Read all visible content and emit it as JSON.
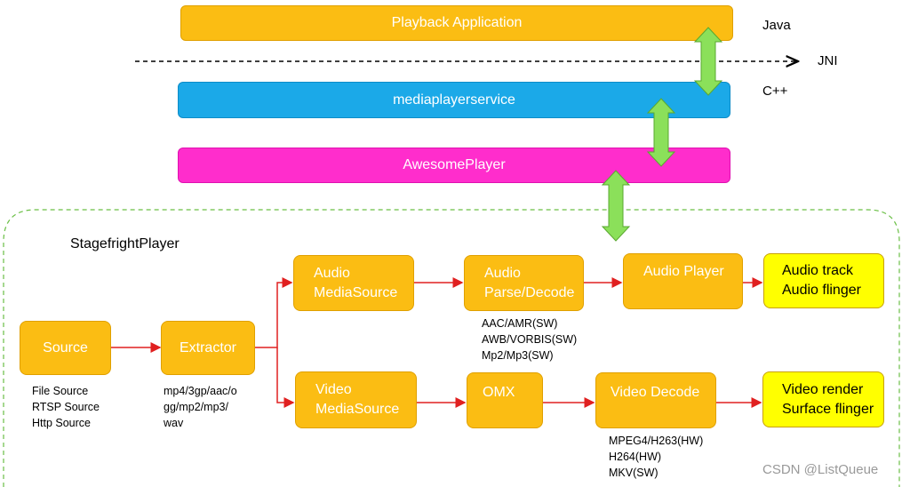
{
  "layers": {
    "app": "Playback Application",
    "service": "mediaplayerservice",
    "player": "AwesomePlayer",
    "java_label": "Java",
    "jni_label": "JNI",
    "cpp_label": "C++"
  },
  "stagefright": {
    "title": "StagefrightPlayer",
    "source": "Source",
    "source_types": "File Source\nRTSP Source\nHttp Source",
    "extractor": "Extractor",
    "extractor_formats": "mp4/3gp/aac/o\ngg/mp2/mp3/\nwav",
    "audio_media_source": "Audio\nMediaSource",
    "audio_parse_decode": "Audio\nParse/Decode",
    "audio_codecs": "AAC/AMR(SW)\nAWB/VORBIS(SW)\nMp2/Mp3(SW)",
    "audio_player": "Audio Player",
    "audio_output": "Audio track\nAudio flinger",
    "video_media_source": "Video\nMediaSource",
    "omx": "OMX",
    "video_decode": "Video Decode",
    "video_codecs": "MPEG4/H263(HW)\nH264(HW)\nMKV(SW)",
    "video_output": "Video render\nSurface flinger"
  },
  "watermark": "CSDN @ListQueue",
  "colors": {
    "orange": "#fbbd13",
    "blue": "#1ba9e8",
    "magenta": "#ff2dcc",
    "yellow": "#ffff00",
    "arrow_red": "#e02020",
    "green_arrow": "#8be05a"
  }
}
